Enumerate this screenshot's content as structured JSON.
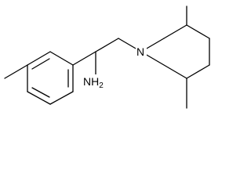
{
  "molecule": {
    "atom_labels": {
      "amine": "NH",
      "amine_subscript": "2",
      "ring_nitrogen": "N"
    }
  }
}
